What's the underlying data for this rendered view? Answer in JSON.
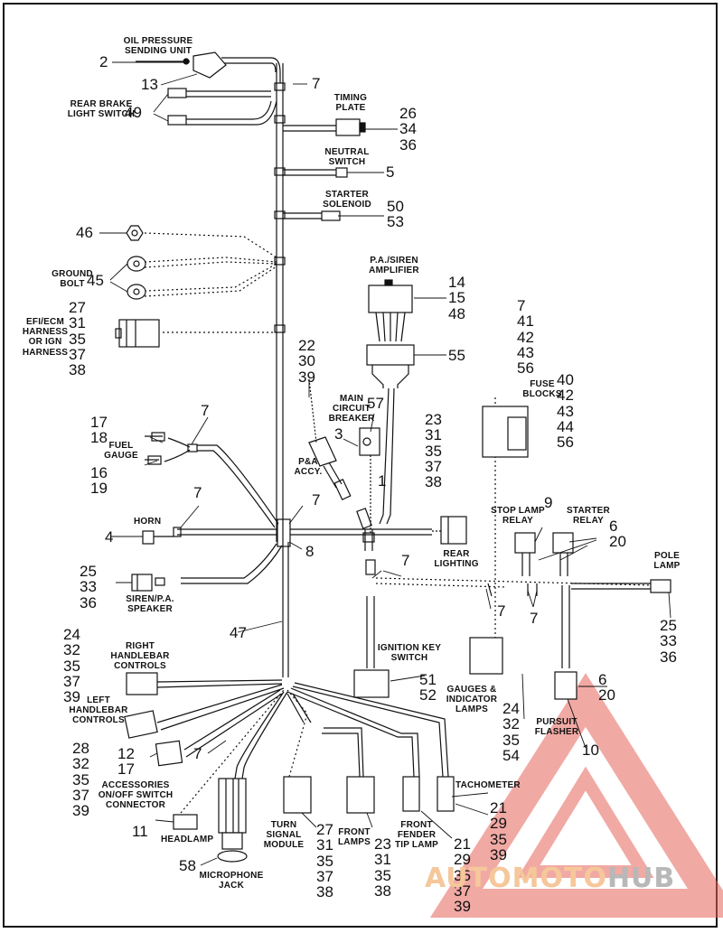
{
  "labels": {
    "oil_pressure": "OIL PRESSURE\nSENDING UNIT",
    "rear_brake": "REAR BRAKE\nLIGHT SWITCH",
    "timing_plate": "TIMING\nPLATE",
    "neutral_switch": "NEUTRAL\nSWITCH",
    "starter_solenoid": "STARTER\nSOLENOID",
    "ground_bolt": "GROUND\nBOLT",
    "efi_harness": "EFI/ECM\nHARNESS\nOR IGN\nHARNESS",
    "pa_siren_amp": "P.A./SIREN\nAMPLIFIER",
    "main_circuit_breaker": "MAIN\nCIRCUIT\nBREAKER",
    "pa_accy": "P&A\nACCY.",
    "fuse_blocks": "FUSE\nBLOCKS",
    "fuel_gauge": "FUEL\nGAUGE",
    "horn": "HORN",
    "rear_lighting": "REAR\nLIGHTING",
    "stop_lamp_relay": "STOP LAMP\nRELAY",
    "starter_relay": "STARTER\nRELAY",
    "pole_lamp": "POLE\nLAMP",
    "siren_speaker": "SIREN/P.A.\nSPEAKER",
    "right_handlebar": "RIGHT\nHANDLEBAR\nCONTROLS",
    "left_handlebar": "LEFT\nHANDLEBAR\nCONTROLS",
    "ignition_key": "IGNITION KEY\nSWITCH",
    "gauges_lamps": "GAUGES &\nINDICATOR\nLAMPS",
    "pursuit_flasher": "PURSUIT\nFLASHER",
    "accessories_switch": "ACCESSORIES\nON/OFF SWITCH\nCONNECTOR",
    "headlamp": "HEADLAMP",
    "microphone_jack": "MICROPHONE\nJACK",
    "turn_signal": "TURN\nSIGNAL\nMODULE",
    "front_lamps": "FRONT\nLAMPS",
    "front_fender": "FRONT\nFENDER\nTIP LAMP",
    "tachometer": "TACHOMETER"
  },
  "callouts": {
    "n2": "2",
    "n13": "13",
    "n7a": "7",
    "n49": "49",
    "timing": "26\n34\n36",
    "n5": "5",
    "solenoid": "50\n53",
    "n46": "46",
    "n45": "45",
    "efi": "27\n31\n35\n37\n38",
    "amp": "14\n15\n48",
    "n55": "55",
    "pa_accy": "22\n30\n39",
    "n57": "57",
    "n3": "3",
    "n1": "1",
    "fuse_top": "7\n41\n42\n43\n56",
    "fuse_right": "40\n42\n43\n44\n56",
    "n17_18": "17\n18",
    "n16_19": "16\n19",
    "n7b": "7",
    "rear": "23\n31\n35\n37\n38",
    "n7c": "7",
    "n7d": "7",
    "n4": "4",
    "n8": "8",
    "n9": "9",
    "relay": "6\n20",
    "pole": "25\n33\n36",
    "speaker": "25\n33\n36",
    "n7e": "7",
    "n7f": "7",
    "n7g": "7",
    "n47": "47",
    "right_hb": "24\n32\n35\n37\n39",
    "key": "51\n52",
    "gauges": "24\n32\n35\n54",
    "flasher": "6\n20",
    "n10": "10",
    "left_hb": "28\n32\n35\n37\n39",
    "acc": "12\n17",
    "n7h": "7",
    "n11": "11",
    "n58": "58",
    "turn": "27\n31\n35\n37\n38",
    "front": "23\n31\n35\n38",
    "fender": "21\n29\n35\n37\n39",
    "tach": "21\n29\n35\n39"
  },
  "watermark": {
    "brand_a": "AUTOMOTO",
    "brand_b": "HUB",
    "color_a": "#f5c79a",
    "color_b": "#b8b8b8"
  },
  "colors": {
    "line": "#111111",
    "watermark_triangle": "#e6635a"
  }
}
